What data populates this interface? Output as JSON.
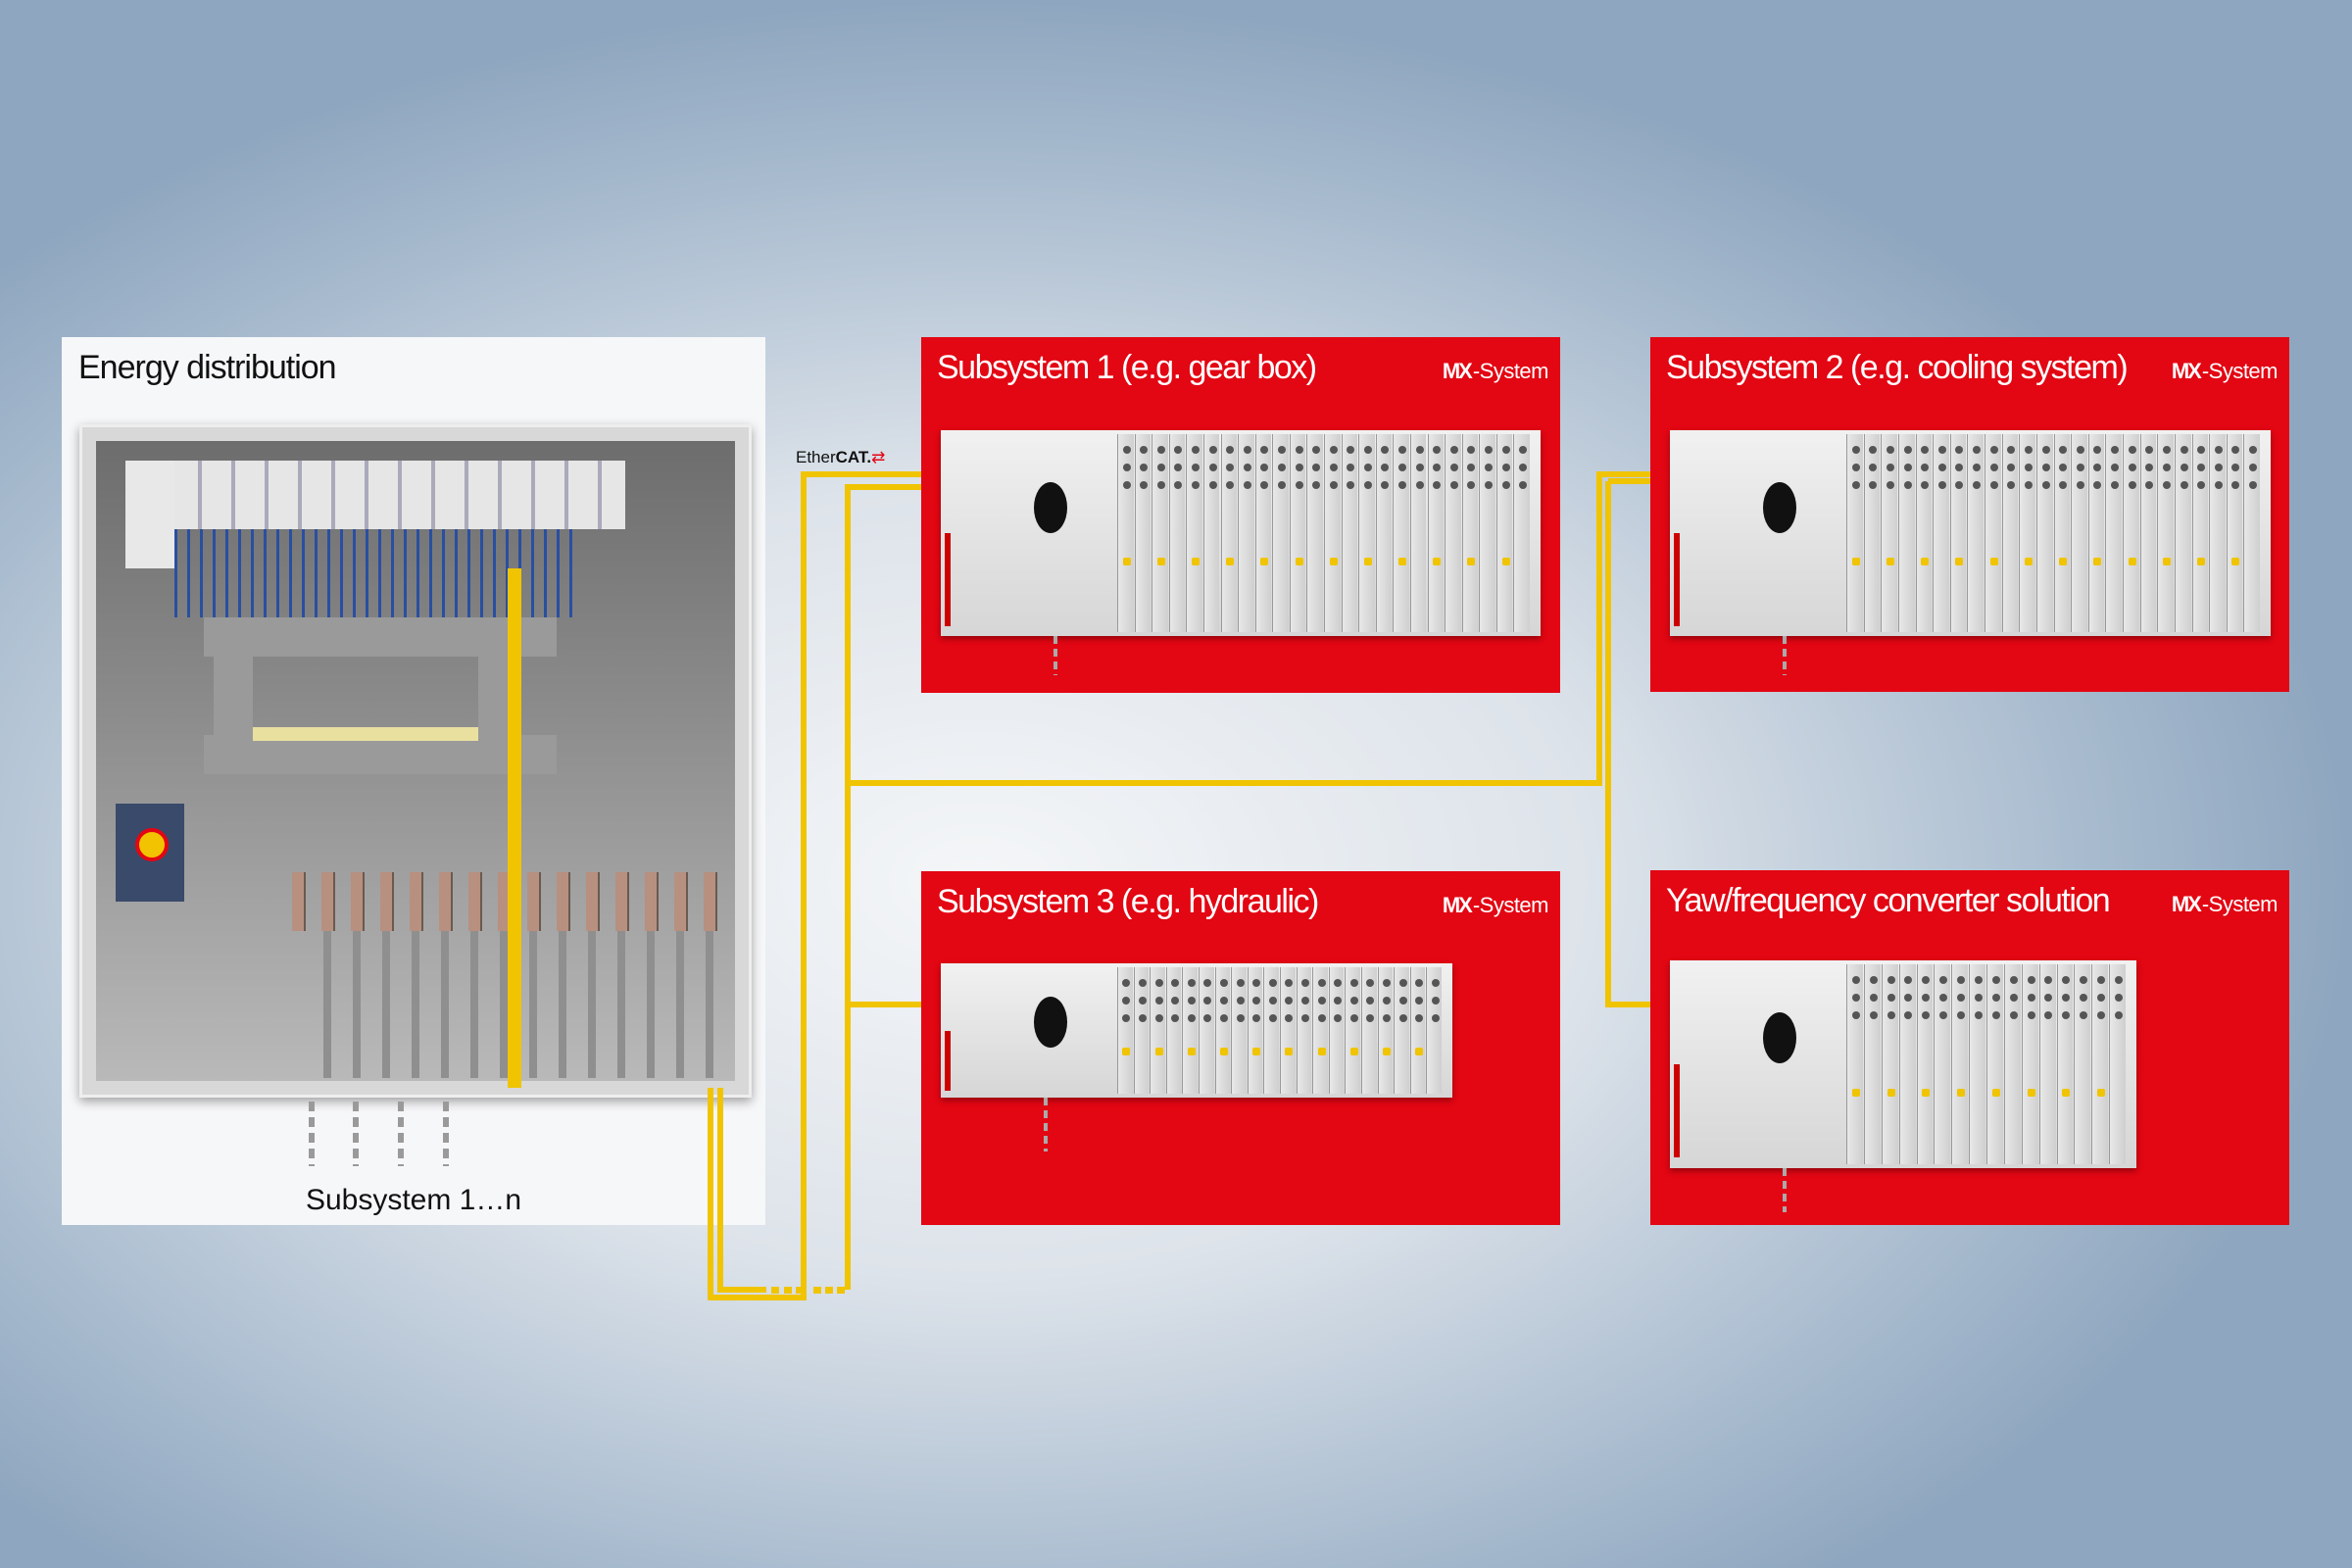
{
  "energy": {
    "title": "Energy distribution",
    "bottom_label": "Subsystem 1…n"
  },
  "ethercat": {
    "prefix": "Ether",
    "suffix": "CAT."
  },
  "subsystems": [
    {
      "title": "Subsystem 1 (e.g. gear box)",
      "brand_bold": "MX",
      "brand_rest": "-System"
    },
    {
      "title": "Subsystem 2 (e.g. cooling system)",
      "brand_bold": "MX",
      "brand_rest": "-System"
    },
    {
      "title": "Subsystem 3 (e.g. hydraulic)",
      "brand_bold": "MX",
      "brand_rest": "-System"
    },
    {
      "title": "Yaw/frequency converter solution",
      "brand_bold": "MX",
      "brand_rest": "-System"
    }
  ],
  "colors": {
    "brand_red": "#e30613",
    "ethercat_yellow": "#f0c400"
  }
}
